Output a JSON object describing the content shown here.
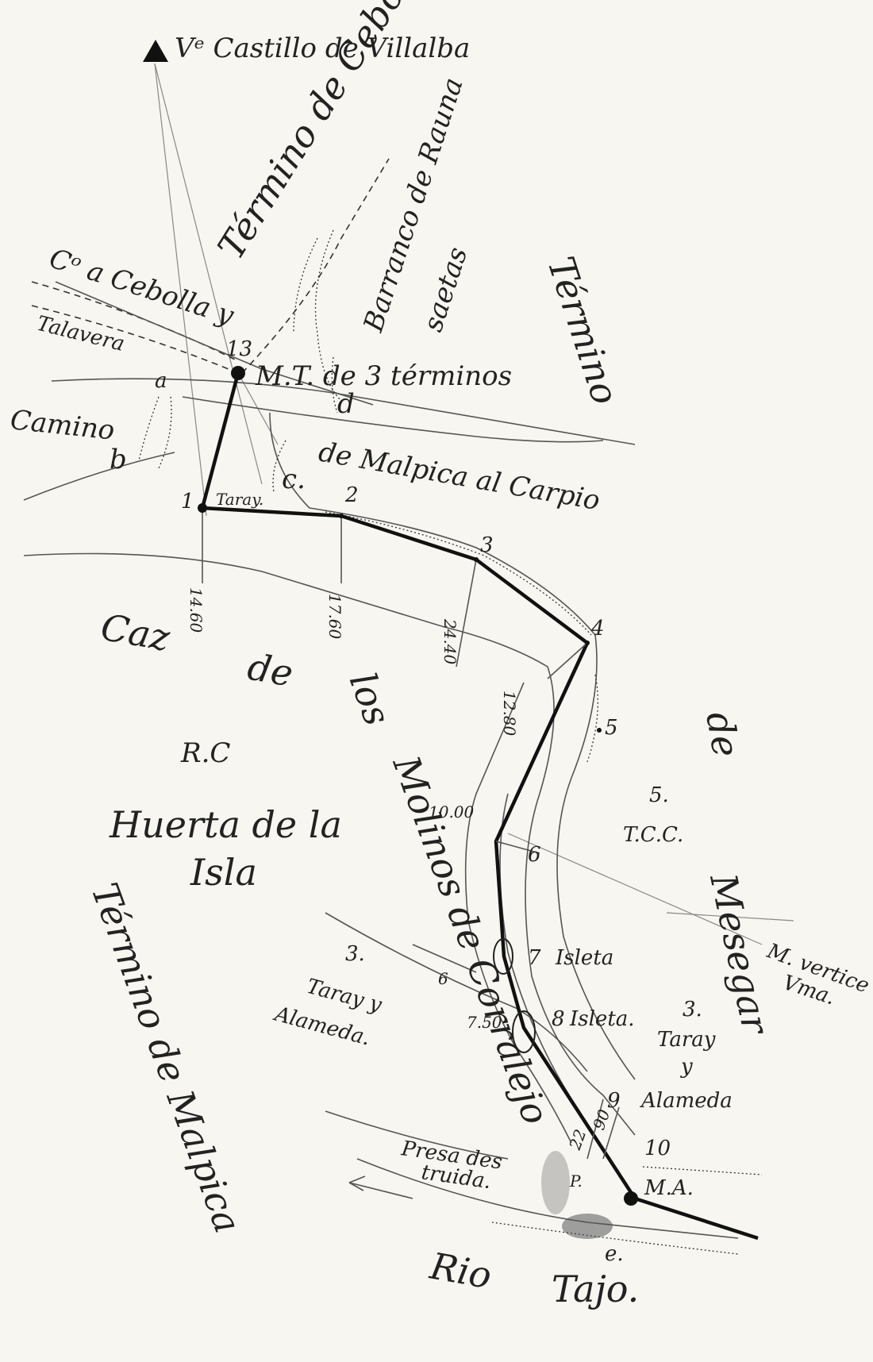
{
  "labels": {
    "castillo": "Vᵉ Castillo de Villalba",
    "cebolla": "Término de Cebolla",
    "barranco": "Barranco de Rauna",
    "saetas": "saetas",
    "termino_right": "Término",
    "camino_cebolla_1": "Cᵒ a Cebolla y",
    "camino_cebolla_2": "Talavera",
    "mt": "M.T. de 3 términos",
    "camino_left": "Camino",
    "camino_malpica": "de Malpica al Carpio",
    "taray_top": "Taray.",
    "caz_1": "Caz",
    "caz_2": "de",
    "caz_3": "los",
    "molinos": "Molinos de Corralejo",
    "rc": "R.C",
    "huerta_1": "Huerta de la",
    "huerta_2": "Isla",
    "de_right": "de",
    "mesegar": "Mesegar",
    "s_tcc_1": "5.",
    "s_tcc_2": "T.C.C.",
    "mvertice_1": "M. vertice",
    "mvertice_2": "Vma.",
    "isleta_7": "Isleta",
    "isleta_8": "Isleta.",
    "taray_right_1": "3.",
    "taray_right_2": "Taray",
    "taray_right_3": "y",
    "alameda_right": "Alameda",
    "taray_left_1": "3.",
    "taray_left_2": "Taray y",
    "taray_left_3": "Alameda.",
    "malpica_left": "Término de Malpica",
    "presa_1": "Presa des",
    "presa_2": "truida.",
    "rio": "Rio",
    "tajo": "Tajo.",
    "ma": "M.A.",
    "p": "P.",
    "e": "e.",
    "letter_a": "a",
    "letter_b": "b",
    "letter_c": "c.",
    "letter_d": "d"
  },
  "stations": {
    "s1": "1",
    "s2": "2",
    "s3": "3",
    "s4": "4",
    "s5": "5",
    "s6": "6",
    "s6b": "6",
    "s7": "7",
    "s8": "8",
    "s9": "9",
    "s10": "10",
    "s13": "13"
  },
  "measures": {
    "m1": "14.60",
    "m2": "17.60",
    "m3": "24.40",
    "m4": "12.80",
    "m5": "10.00",
    "m6": "7.50",
    "m7": "22",
    "m8": "90"
  }
}
